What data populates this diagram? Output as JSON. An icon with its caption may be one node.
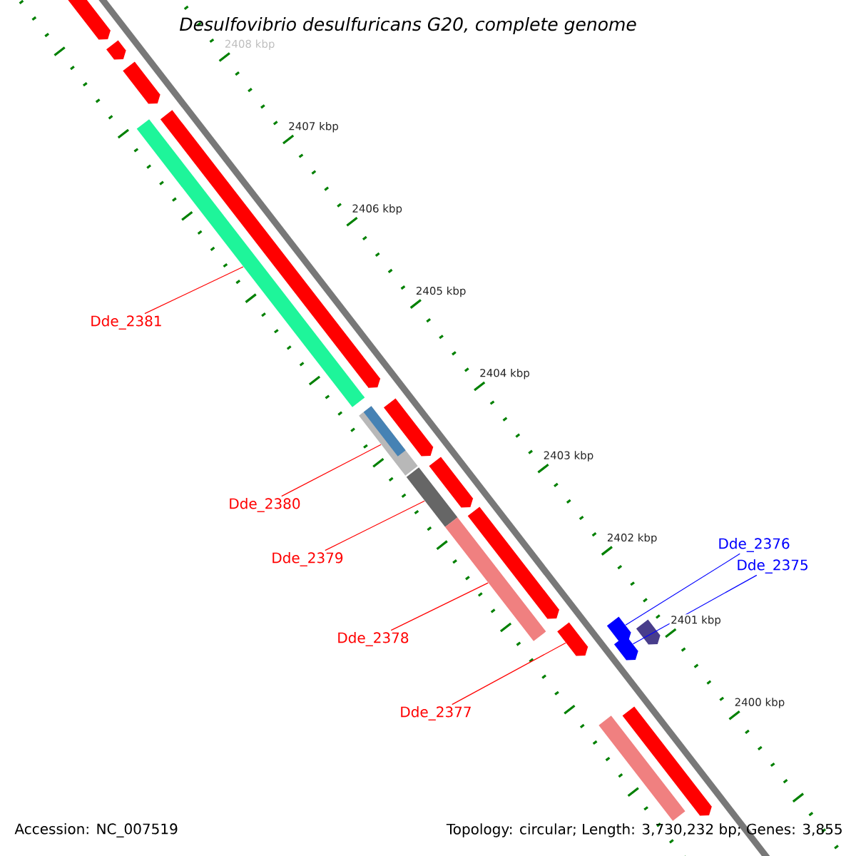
{
  "diagram": {
    "title": "Desulfovibrio desulfuricans G20, complete genome",
    "nodes": [
      {
        "text": [
          "Dde_2381"
        ]
      },
      {
        "text": [
          "Dde_2380"
        ]
      },
      {
        "text": [
          "Dde_2379"
        ]
      },
      {
        "text": [
          "Dde_2378"
        ]
      },
      {
        "text": [
          "Dde_2377"
        ]
      },
      {
        "text": [
          "Dde_2376"
        ]
      },
      {
        "text": [
          "Dde_2375"
        ]
      },
      {
        "text": [],
        "shape": "pentagon"
      },
      {
        "text": [],
        "shape": "pentagon"
      },
      {
        "text": [],
        "shape": "pentagon"
      },
      {
        "text": [],
        "shape": "pentagon"
      },
      {
        "text": [],
        "shape": "bar"
      },
      {
        "text": [],
        "shape": "pentagon"
      },
      {
        "text": [],
        "shape": "bar"
      },
      {
        "text": [],
        "shape": "pentagon"
      },
      {
        "text": [],
        "shape": "bar"
      },
      {
        "text": [],
        "shape": "pentagon"
      },
      {
        "text": [],
        "shape": "bar"
      },
      {
        "text": [],
        "shape": "pentagon"
      },
      {
        "text": [],
        "shape": "pentagon"
      },
      {
        "text": [],
        "shape": "pentagon"
      },
      {
        "text": [],
        "shape": "pentagon"
      },
      {
        "text": [],
        "shape": "pentagon"
      },
      {
        "text": [],
        "shape": "bar"
      }
    ],
    "edges": [
      {
        "from": 0,
        "to": 11,
        "arrow": "none"
      },
      {
        "from": 1,
        "to": 13,
        "arrow": "none"
      },
      {
        "from": 2,
        "to": 15,
        "arrow": "none"
      },
      {
        "from": 3,
        "to": 17,
        "arrow": "none"
      },
      {
        "from": 4,
        "to": 20,
        "arrow": "none"
      },
      {
        "from": 5,
        "to": 18,
        "arrow": "none",
        "color": "#0000ff"
      },
      {
        "from": 6,
        "to": 21,
        "arrow": "none",
        "color": "#0000ff"
      }
    ],
    "labels": [
      "2408 kbp",
      "2407 kbp",
      "2406 kbp",
      "2405 kbp",
      "2404 kbp",
      "2403 kbp",
      "2402 kbp",
      "2401 kbp",
      "2400 kbp",
      "Accession: NC_007519",
      "Topology: circular; Length: 3,730,232 bp; Genes: 3,855"
    ]
  }
}
